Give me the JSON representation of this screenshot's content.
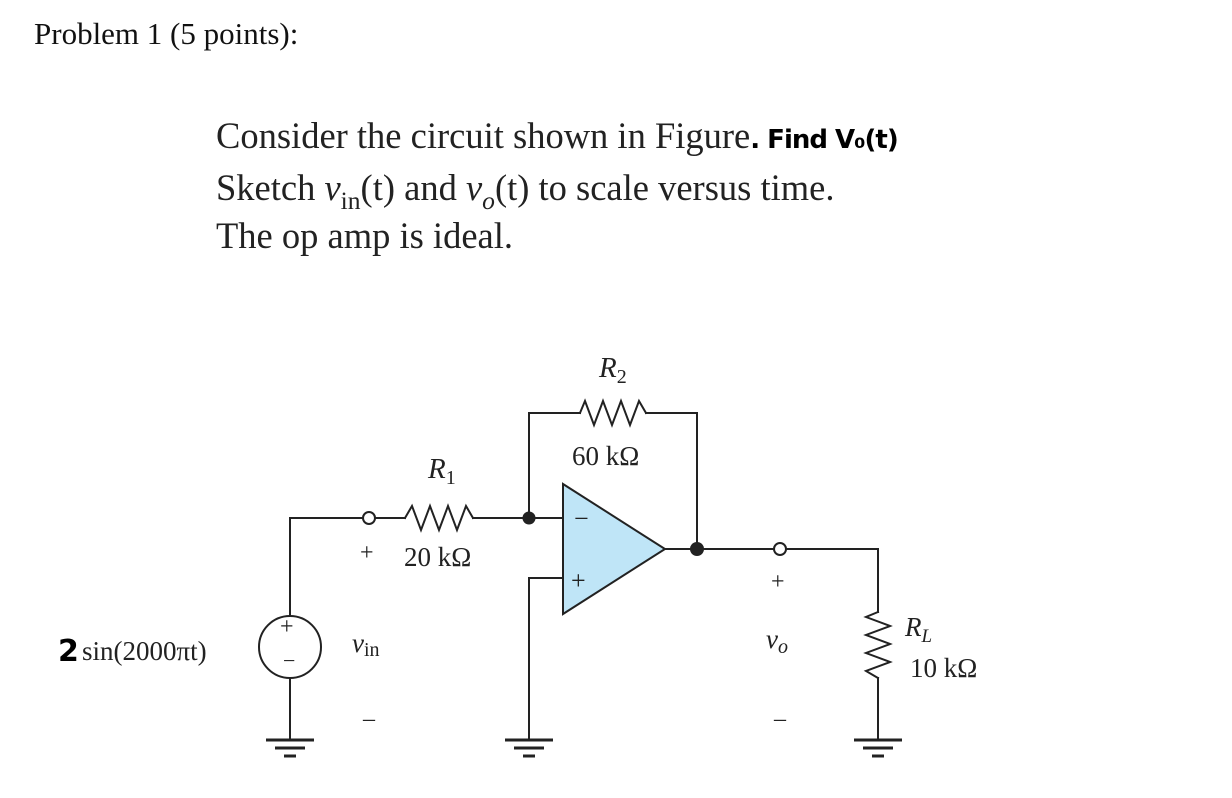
{
  "problem": {
    "title": "Problem 1 (5 points):"
  },
  "prompt": {
    "line1": "Consider the circuit shown in Figure",
    "handwritten": ". Find V₀(t)",
    "line2_a": "Sketch ",
    "line2_v": "v",
    "line2_sub_in": "in",
    "line2_b": "(t) and ",
    "line2_sub_o": "o",
    "line2_c": "(t) to scale versus time.",
    "line3": "The op amp is ideal."
  },
  "circuit": {
    "source": {
      "label_prefix": "2",
      "label": "sin(2000πt)",
      "plus": "+",
      "minus": "−"
    },
    "vin": {
      "plus": "+",
      "v": "v",
      "sub": "in",
      "minus": "–"
    },
    "r1": {
      "name": "R",
      "sub": "1",
      "value": "20 kΩ"
    },
    "r2": {
      "name": "R",
      "sub": "2",
      "value": "60 kΩ"
    },
    "opamp": {
      "inverting": "−",
      "noninverting": "+",
      "fill": "#bfe5f7"
    },
    "vo": {
      "plus": "+",
      "v": "v",
      "sub": "o",
      "minus": "–"
    },
    "rl": {
      "name": "R",
      "sub": "L",
      "value": "10 kΩ"
    }
  }
}
